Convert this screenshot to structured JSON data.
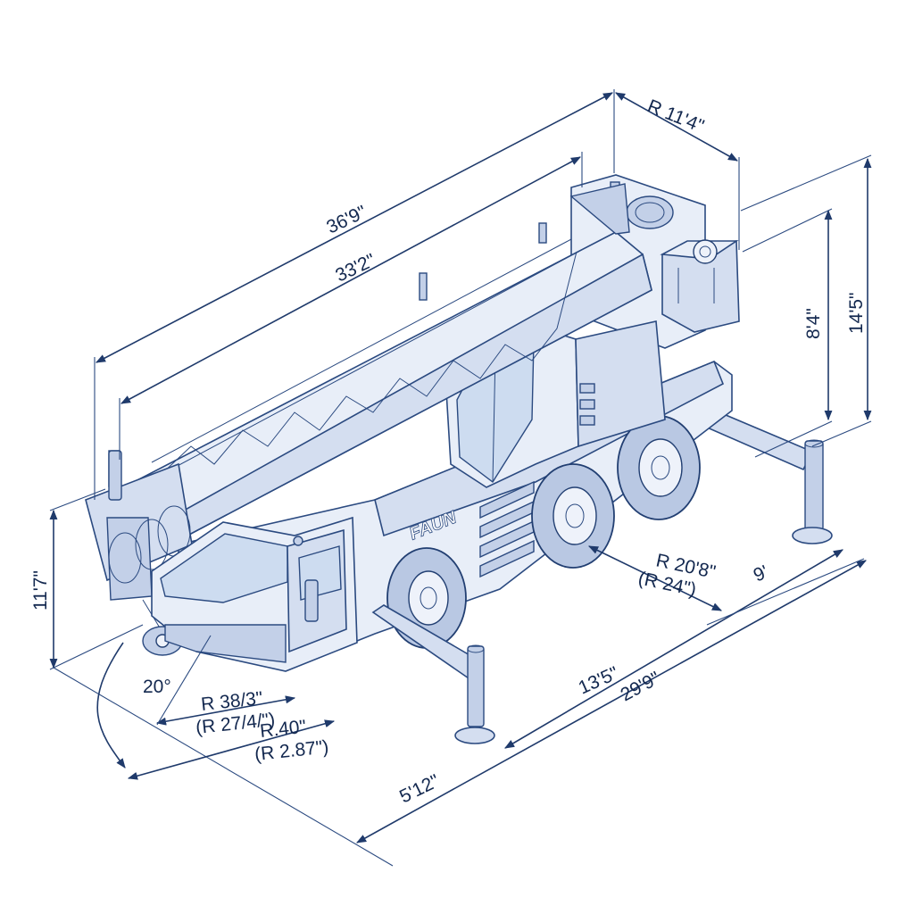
{
  "crane": {
    "brand": "FAUN"
  },
  "dimensions": {
    "overall_length": "36'9\"",
    "boom_length": "33'2\"",
    "tail_radius": "R 11'4\"",
    "counterweight_height": "8'4\"",
    "overall_height": "14'5\"",
    "front_height": "11'7\"",
    "approach_angle": "20°",
    "turning_radius": "R 38/3\"",
    "turning_radius_alt": "(R 27/4/\")",
    "radius_small": "R.40\"",
    "radius_small_alt": "(R 2.87\")",
    "rear_radius": "R 20'8\"",
    "rear_radius_alt": "(R 24\")",
    "outrigger_span": "9'",
    "wheelbase": "13'5\"",
    "outrigger_length": "29'9\"",
    "front_overhang": "5'12\""
  },
  "colors": {
    "ink": "#1f3a6b",
    "body_fill": "#e8eef8",
    "shade_fill": "#d4def0"
  }
}
